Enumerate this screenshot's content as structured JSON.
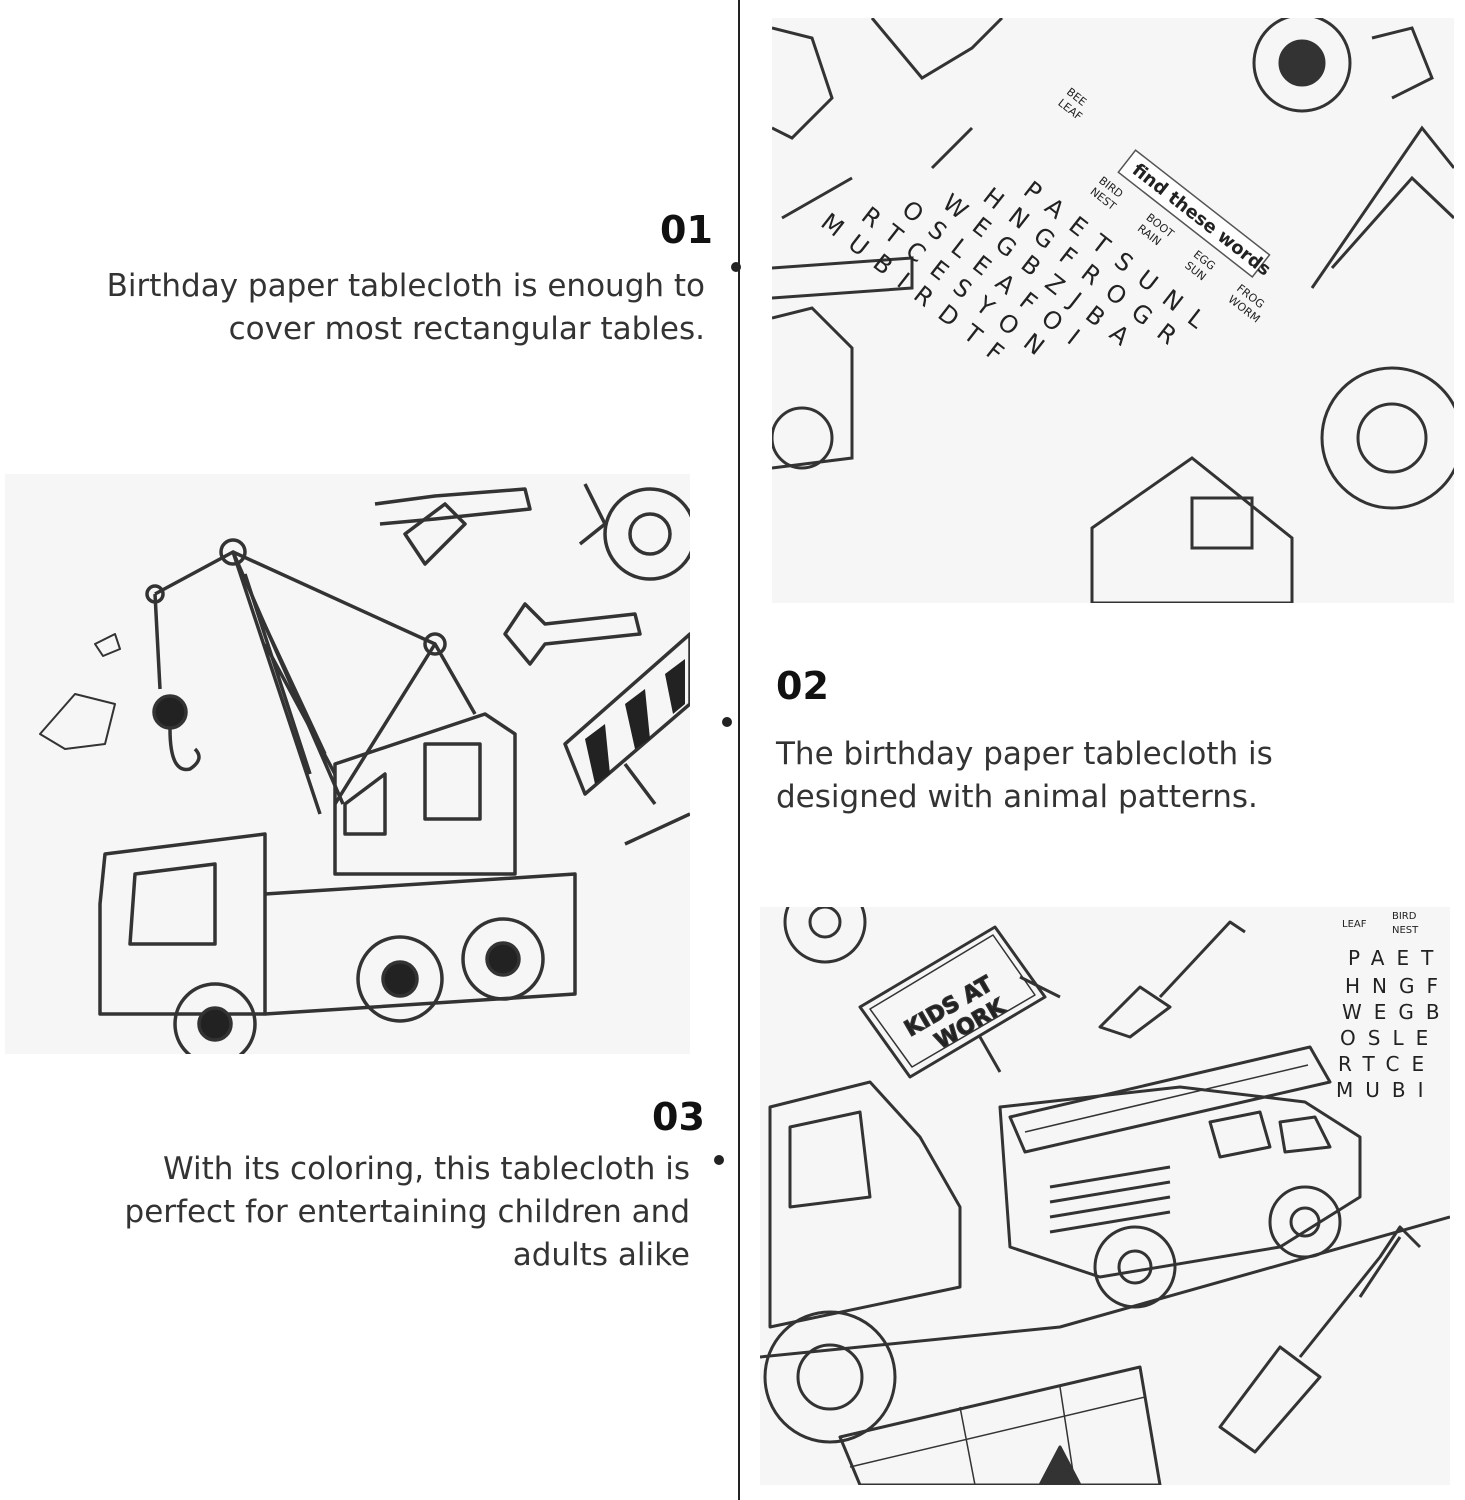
{
  "features": [
    {
      "number": "01",
      "text": "Birthday paper tablecloth is enough to cover most rectangular tables."
    },
    {
      "number": "02",
      "text": "The birthday paper tablecloth is designed with animal patterns."
    },
    {
      "number": "03",
      "text": "With its coloring, this tablecloth is perfect for entertaining children and adults alike"
    }
  ],
  "puzzle": {
    "title": "find these words",
    "words": [
      "BEE",
      "LEAF",
      "BIRD",
      "NEST",
      "BOOT",
      "RAIN",
      "EGG",
      "SUN",
      "FROG",
      "WORM"
    ],
    "rows": [
      "PAETSUNL",
      "HNGFROGR",
      "WEGBZJBA",
      "OSLEAFOI",
      "RTCESYON",
      "MUBIRDTF"
    ]
  },
  "sign": {
    "line1": "KIDS AT",
    "line2": "WORK"
  },
  "puzzle_partial": {
    "words": [
      "LEAF",
      "BIRD",
      "NEST"
    ],
    "rows": [
      "PAET",
      "HNGF",
      "WEGB",
      "OSLE",
      "RTCE",
      "MUBI"
    ]
  }
}
